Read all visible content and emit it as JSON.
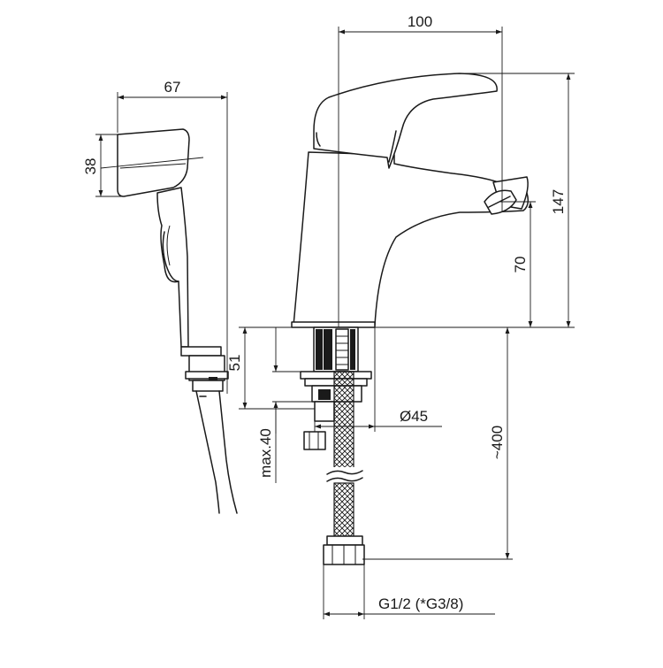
{
  "dimensions": {
    "body_width": "100",
    "body_height": "147",
    "spout_height": "70",
    "shower_width": "67",
    "shower_head_height": "38",
    "mount_height": "51",
    "max_deck_thickness": "max.40",
    "mount_diameter": "Ø45",
    "hose_length": "~400",
    "connection_thread": "G1/2 (*G3/8)"
  },
  "components": {
    "faucet": "single-lever-mixer",
    "hand_shower": "bidet-spray-head",
    "supply_hose": "braided-flexible-hose"
  },
  "colors": {
    "line": "#1a1a1a",
    "background": "#ffffff"
  }
}
